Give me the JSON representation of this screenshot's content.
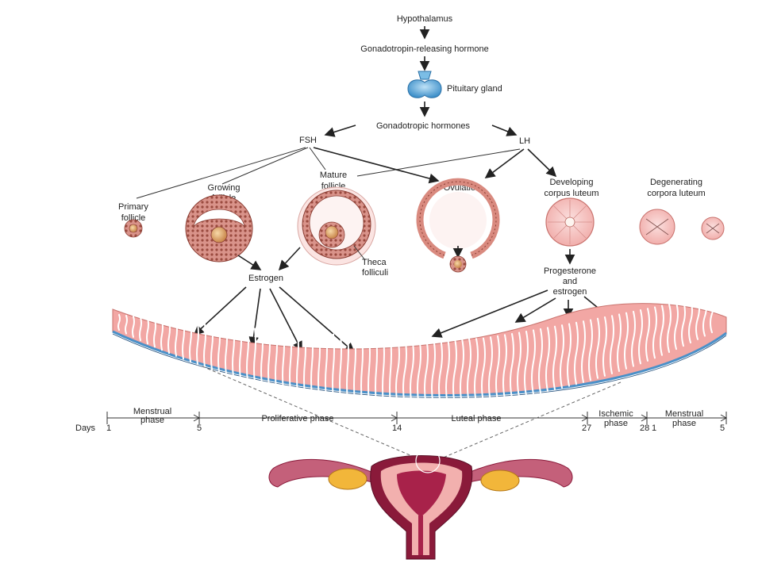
{
  "hormones": {
    "hypothalamus": "Hypothalamus",
    "gnrh": "Gonadotropin-releasing hormone",
    "pituitary": "Pituitary gland",
    "gonadotropic": "Gonadotropic hormones",
    "fsh": "FSH",
    "lh": "LH",
    "estrogen": "Estrogen",
    "progesterone_1": "Progesterone",
    "progesterone_2": "and",
    "progesterone_3": "estrogen"
  },
  "ovary_stages": {
    "primary": [
      "Primary",
      "follicle"
    ],
    "growing": [
      "Growing",
      "follicle"
    ],
    "mature": [
      "Mature",
      "follicle"
    ],
    "ovulation": "Ovulation",
    "developing": [
      "Developing",
      "corpus luteum"
    ],
    "degenerating": [
      "Degenerating",
      "corpora luteum"
    ],
    "theca": [
      "Theca",
      "folliculi"
    ]
  },
  "timeline": {
    "days_label": "Days",
    "ticks": {
      "d1": "1",
      "d5": "5",
      "d14": "14",
      "d27": "27",
      "d28": "28",
      "d1b": "1",
      "d5b": "5"
    },
    "phases": {
      "menstrual_1": [
        "Menstrual",
        "phase"
      ],
      "proliferative": "Proliferative phase",
      "luteal": "Luteal phase",
      "ischemic": [
        "Ischemic",
        "phase"
      ],
      "menstrual_2": [
        "Menstrual",
        "phase"
      ]
    }
  },
  "colors": {
    "endometrium": "#f2a7a4",
    "gland": "#ffffff",
    "basal_line": "#4a90c8",
    "uterus_wall": "#8a1a3a",
    "follicle_cells": "#c98478",
    "pituitary": "#5aa8dc",
    "ovary_yellow": "#f2b63a"
  }
}
